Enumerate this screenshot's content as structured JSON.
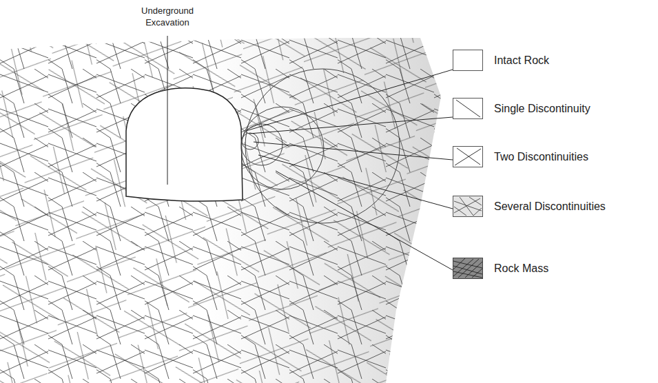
{
  "diagram": {
    "labels": [
      "Underground Excavation"
    ],
    "legend": [
      {
        "text": "Intact Rock"
      },
      {
        "text": "Single Discontinuity"
      },
      {
        "text": "Two Discontinuities"
      },
      {
        "text": "Several Discontinuities"
      },
      {
        "text": "Rock Mass"
      }
    ]
  }
}
